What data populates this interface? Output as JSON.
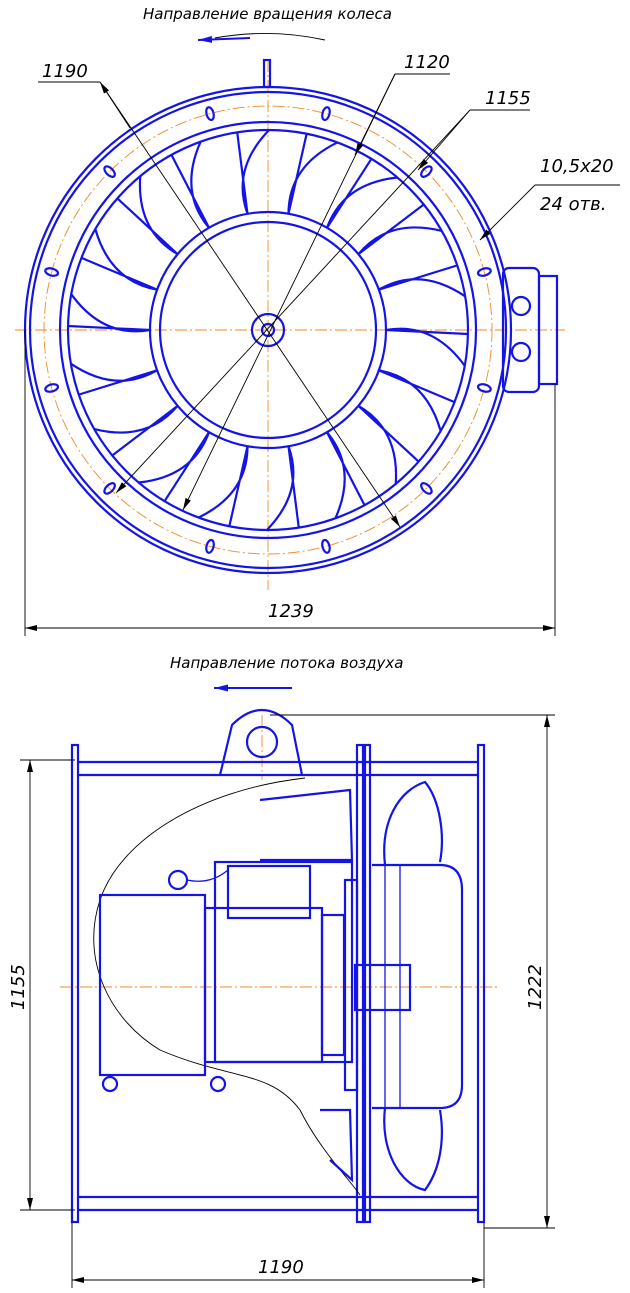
{
  "front_view": {
    "rotation_label": "Направление вращения колеса",
    "dim_diameter_1190": "1190",
    "dim_diameter_1120": "1120",
    "dim_diameter_1155": "1155",
    "holes_size": "10,5x20",
    "holes_count": "24 отв.",
    "dim_width": "1239",
    "blade_count": 18
  },
  "side_view": {
    "airflow_label": "Направление потока воздуха",
    "dim_height_left": "1155",
    "dim_height_right": "1222",
    "dim_length": "1190"
  },
  "colors": {
    "outline": "#1414e6",
    "axis": "#f08a28",
    "dimension": "#000000"
  }
}
